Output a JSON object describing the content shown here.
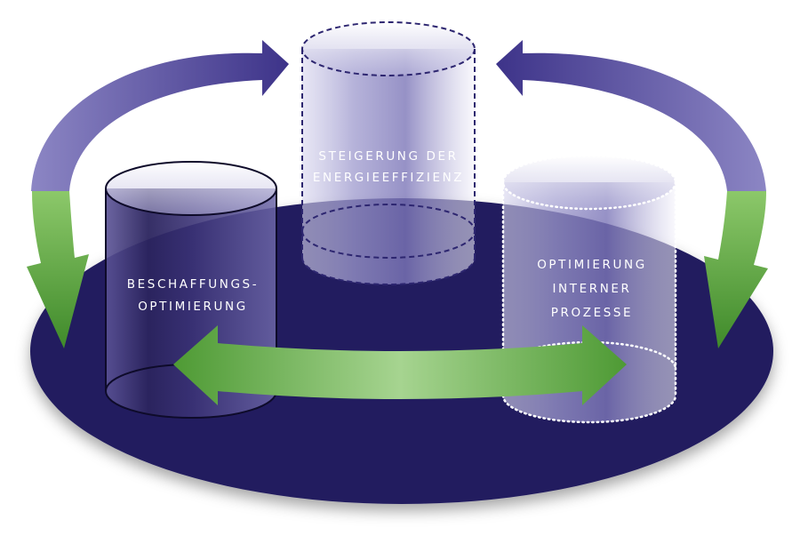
{
  "diagram": {
    "pillars": {
      "beschaffung": {
        "lines": [
          "BESCHAFFUNGS-",
          "OPTIMIERUNG"
        ]
      },
      "energie": {
        "lines": [
          "STEIGERUNG DER",
          "ENERGIEEFFIZIENZ"
        ]
      },
      "prozesse": {
        "lines": [
          "OPTIMIERUNG",
          "INTERNER",
          "PROZESSE"
        ]
      }
    },
    "colors": {
      "platform": "#231e5f",
      "purple_arrow": "#4a4194",
      "green_arrow": "#5aa03c",
      "glass": "#8f8ac0"
    }
  }
}
